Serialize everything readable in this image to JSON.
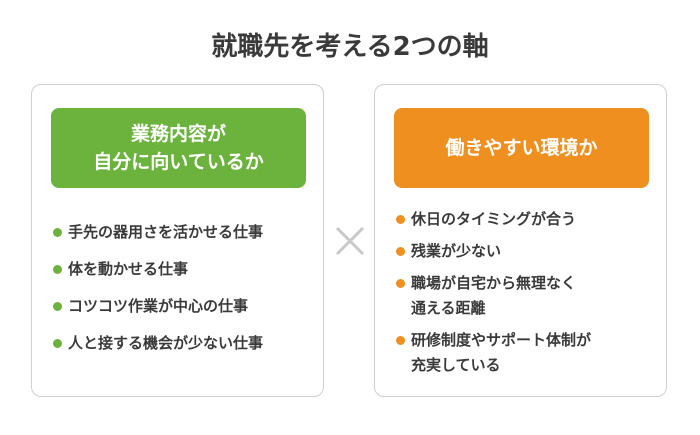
{
  "title": "就職先を考える2つの軸",
  "left_card": {
    "heading_line1": "業務内容が",
    "heading_line2": "自分に向いているか",
    "color": "#6cb33e",
    "items": [
      "手先の器用さを活かせる仕事",
      "体を動かせる仕事",
      "コツコツ作業が中心の仕事",
      "人と接する機会が少ない仕事"
    ]
  },
  "right_card": {
    "heading": "働きやすい環境か",
    "color": "#ef8f1f",
    "items": [
      "休日のタイミングが合う",
      "残業が少ない",
      "職場が自宅から無理なく\n通える距離",
      "研修制度やサポート体制が\n充実している"
    ]
  },
  "connector": {
    "symbol": "times-icon",
    "color": "#c8c8c8"
  }
}
